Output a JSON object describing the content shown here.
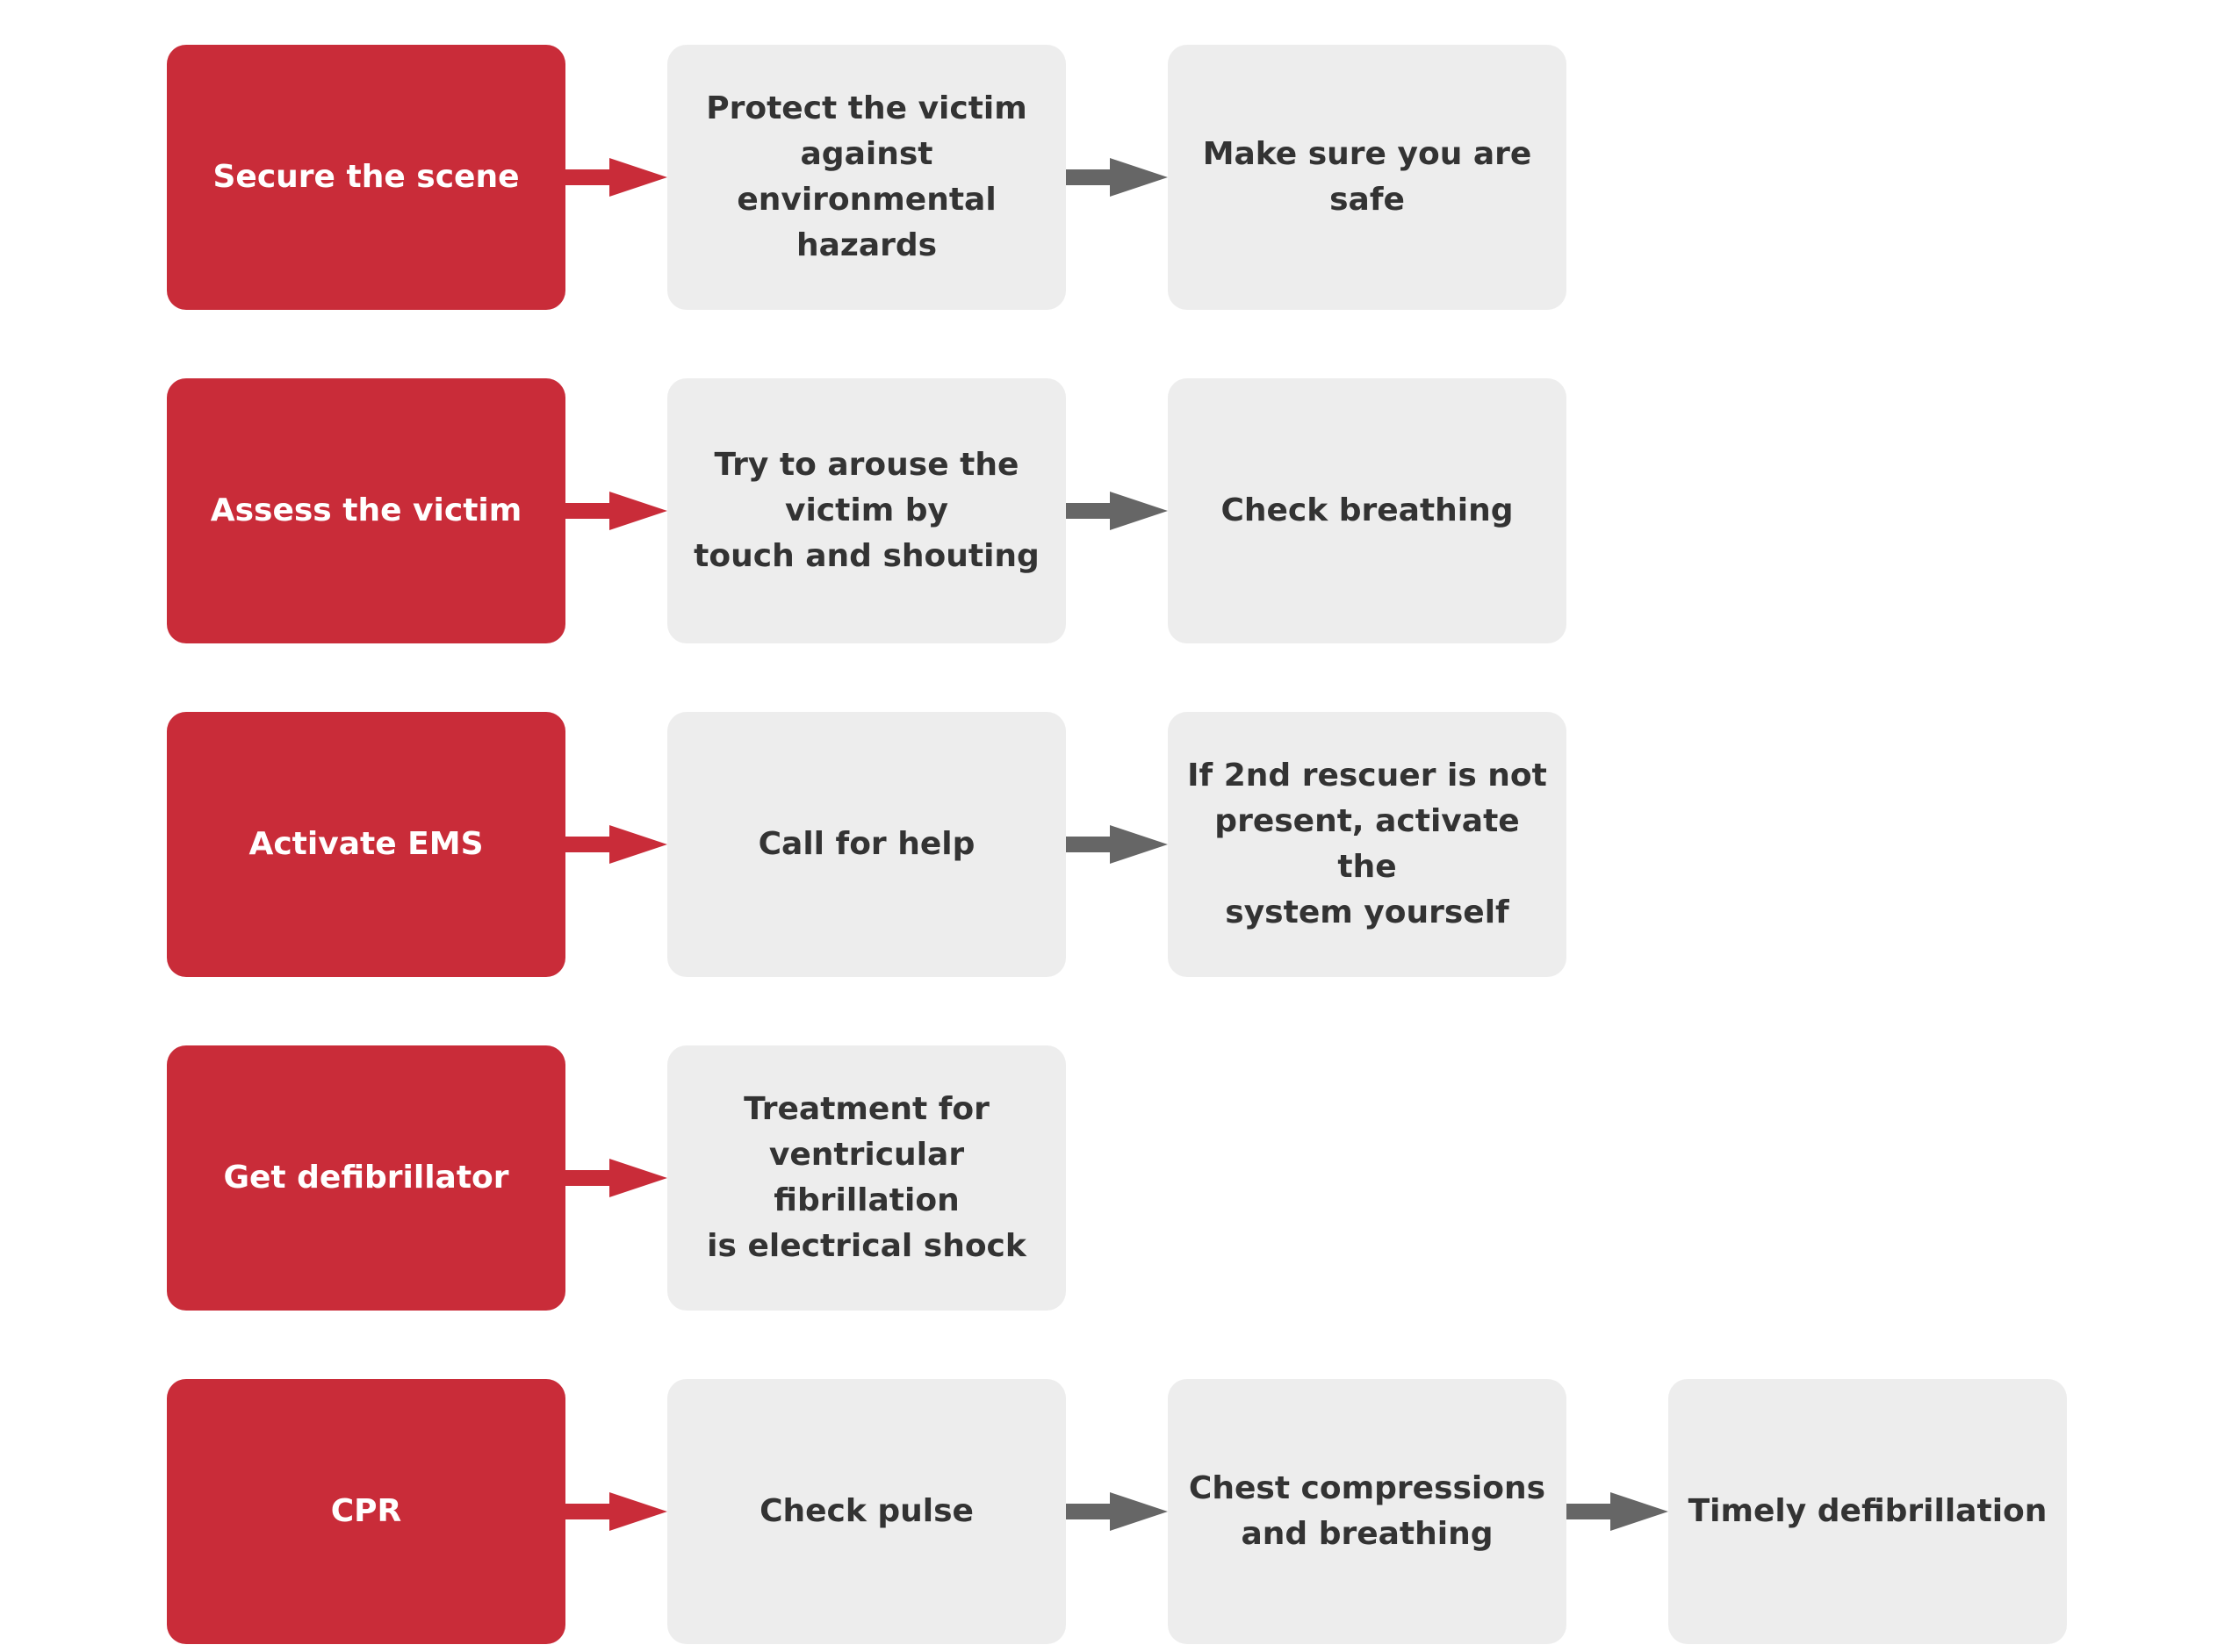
{
  "colors": {
    "main_fill": "#c92c39",
    "main_text": "#ffffff",
    "sub_fill": "#ededed",
    "sub_text": "#333333",
    "main_arrow": "#c92c39",
    "sub_arrow": "#666666"
  },
  "rows": [
    {
      "main": "Secure the scene",
      "steps": [
        "Protect the victim\nagainst environmental\nhazards",
        "Make sure you are\nsafe"
      ]
    },
    {
      "main": "Assess the victim",
      "steps": [
        "Try to arouse the\nvictim by\ntouch and shouting",
        "Check breathing"
      ]
    },
    {
      "main": "Activate EMS",
      "steps": [
        "Call for help",
        "If 2nd rescuer is not\npresent, activate the\nsystem yourself"
      ]
    },
    {
      "main": "Get defibrillator",
      "steps": [
        "Treatment for\nventricular fibrillation\nis electrical shock"
      ]
    },
    {
      "main": "CPR",
      "steps": [
        "Check pulse",
        "Chest compressions\nand breathing",
        "Timely defibrillation"
      ]
    }
  ]
}
